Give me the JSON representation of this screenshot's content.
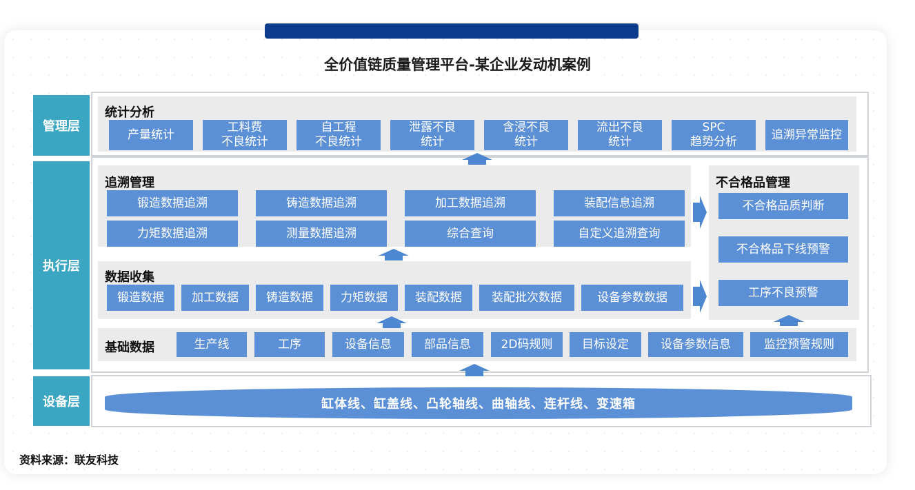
{
  "title": "全价值链质量管理平台-某企业发动机案例",
  "layers": {
    "management": "管理层",
    "execution": "执行层",
    "equipment": "设备层"
  },
  "stats": {
    "title": "统计分析",
    "items": [
      "产量统计",
      "工料费\n不良统计",
      "自工程\n不良统计",
      "泄露不良\n统计",
      "含浸不良\n统计",
      "流出不良\n统计",
      "SPC\n趋势分析",
      "追溯异常监控"
    ]
  },
  "trace": {
    "title": "追溯管理",
    "items": [
      "锻造数据追溯",
      "铸造数据追溯",
      "加工数据追溯",
      "装配信息追溯",
      "力矩数据追溯",
      "测量数据追溯",
      "综合查询",
      "自定义追溯查询"
    ]
  },
  "collect": {
    "title": "数据收集",
    "items": [
      "锻造数据",
      "加工数据",
      "铸造数据",
      "力矩数据",
      "装配数据",
      "装配批次数据",
      "设备参数数据"
    ]
  },
  "nonconform": {
    "title": "不合格品管理",
    "items": [
      "不合格品质判断",
      "不合格品下线预警",
      "工序不良预警"
    ]
  },
  "basic": {
    "title": "基础数据",
    "items": [
      "生产线",
      "工序",
      "设备信息",
      "部品信息",
      "2D码规则",
      "目标设定",
      "设备参数信息",
      "监控预警规则"
    ]
  },
  "equipment_lines": "缸体线、缸盖线、凸轮轴线、曲轴线、连杆线、变速箱",
  "source": "资料来源：联友科技",
  "colors": {
    "box": "#5b8fd6",
    "layer_label": "#3aa6c1",
    "top_bar": "#0d3c8c",
    "panel": "#ebebeb"
  }
}
